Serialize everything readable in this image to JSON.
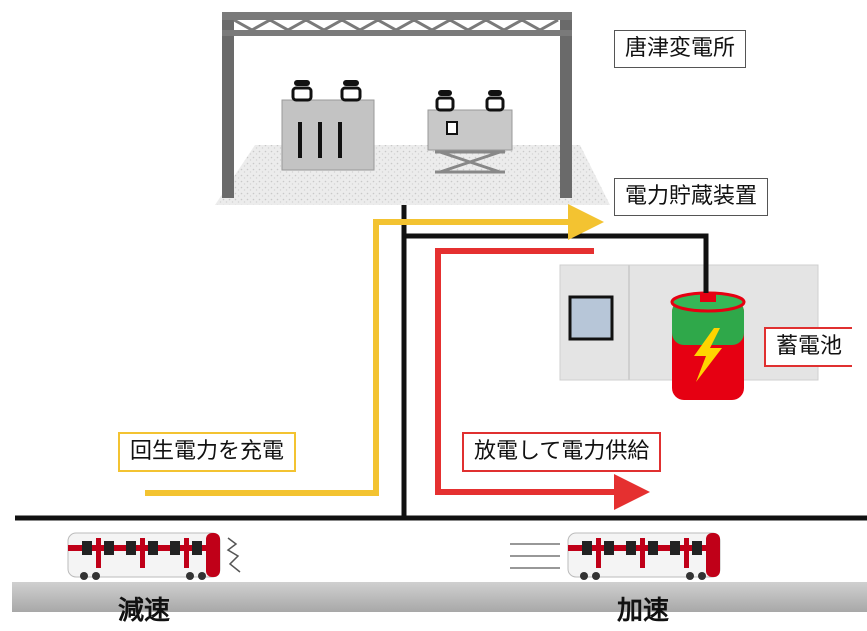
{
  "labels": {
    "substation": "唐津変電所",
    "storage_device": "電力貯蔵装置",
    "battery": "蓄電池",
    "regen_charge": "回生電力を充電",
    "discharge_supply": "放電して電力供給",
    "decelerate": "減速",
    "accelerate": "加速"
  },
  "colors": {
    "charge_flow": "#f3c331",
    "discharge_flow": "#e53030",
    "wire": "#111111",
    "battery_body": "#e60012",
    "battery_top": "#2fa84a",
    "cabinet": "#e4e4e4"
  },
  "icons": [
    "substation-frame-icon",
    "transformer-icon",
    "battery-icon",
    "lightning-bolt-icon",
    "train-icon",
    "motion-lines-icon",
    "brake-squiggle-icon"
  ]
}
